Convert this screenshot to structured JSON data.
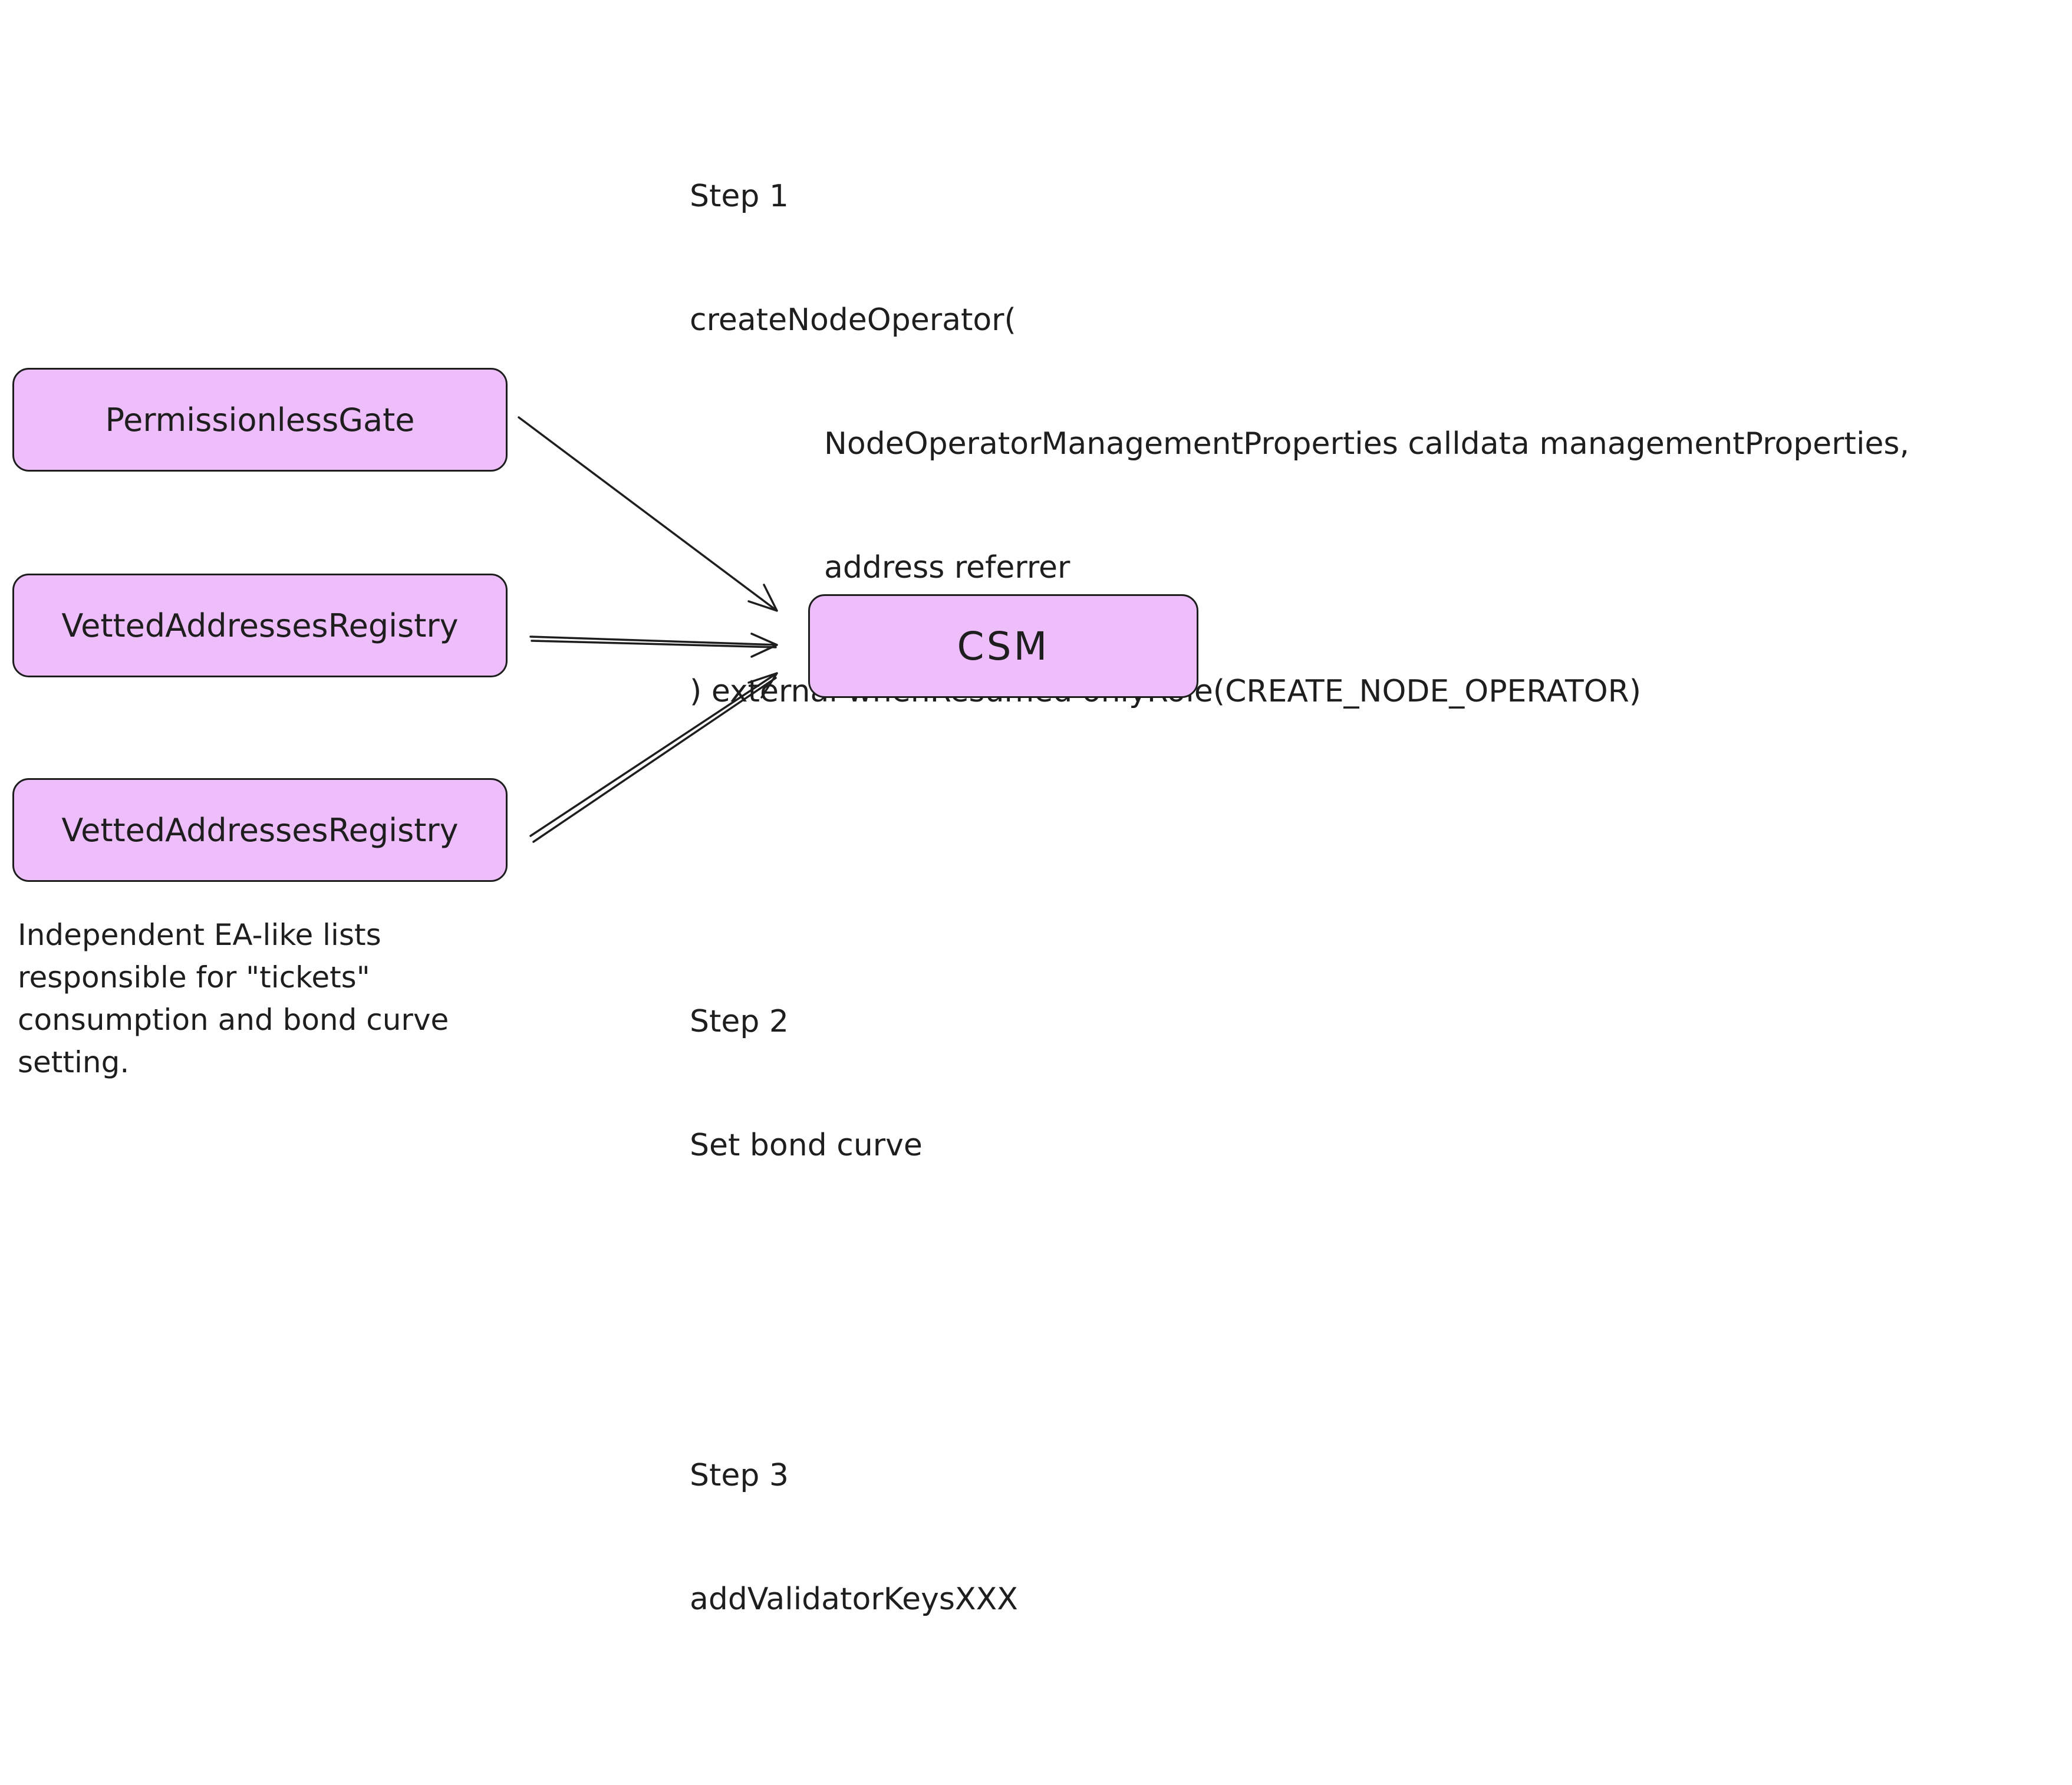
{
  "steps": [
    {
      "title": "Step 1",
      "lines": [
        "createNodeOperator(",
        "NodeOperatorManagementProperties calldata managementProperties,",
        "address referrer",
        ") external whenResumed onlyRole(CREATE_NODE_OPERATOR)"
      ]
    },
    {
      "title": "Step 2",
      "lines": [
        "Set bond curve"
      ]
    },
    {
      "title": "Step 3",
      "lines": [
        "addValidatorKeysXXX"
      ]
    }
  ],
  "nodes": {
    "permissionless_gate": "PermissionlessGate",
    "vetted_registry_1": "VettedAddressesRegistry",
    "vetted_registry_2": "VettedAddressesRegistry",
    "csm": "CSM"
  },
  "note": "Independent EA-like lists\nresponsible for \"tickets\"\nconsumption and bond curve\nsetting.",
  "colors": {
    "node_fill": "#eebefa",
    "stroke": "#1e1e1e",
    "background": "#ffffff"
  }
}
